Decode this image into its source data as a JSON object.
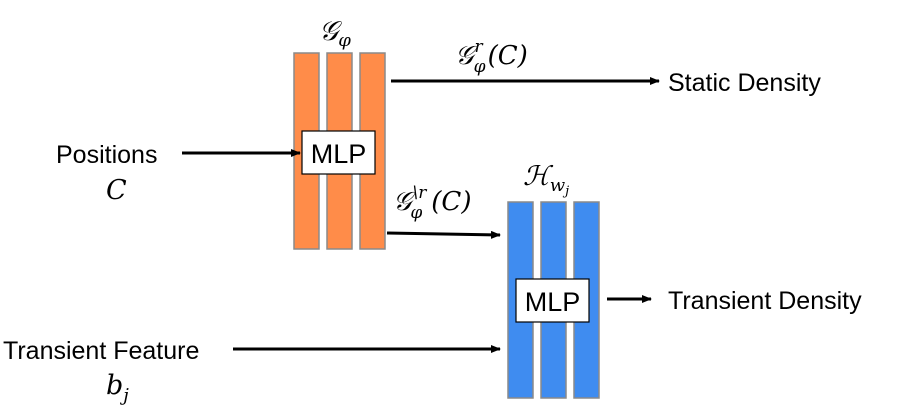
{
  "colors": {
    "orange_bar": "#FF8C49",
    "blue_bar": "#3F8CF0",
    "arrow": "#000000"
  },
  "blocks": {
    "g_network": {
      "symbol": "𝒢",
      "subscript": "φ",
      "mlp_label": "MLP"
    },
    "h_network": {
      "symbol": "ℋ",
      "subscript": "w",
      "sub_subscript": "j",
      "mlp_label": "MLP"
    }
  },
  "inputs": {
    "positions": {
      "label": "Positions",
      "symbol": "C"
    },
    "transient_feature": {
      "label": "Transient Feature",
      "symbol": "b",
      "subscript": "j"
    }
  },
  "edges": {
    "g_r": {
      "symbol": "𝒢",
      "superscript": "r",
      "subscript": "φ",
      "argument": "(C)"
    },
    "g_not_r": {
      "symbol": "𝒢",
      "superscript": "\\r",
      "subscript": "φ",
      "argument": "(C)"
    }
  },
  "outputs": {
    "static_density": "Static Density",
    "transient_density": "Transient Density"
  }
}
